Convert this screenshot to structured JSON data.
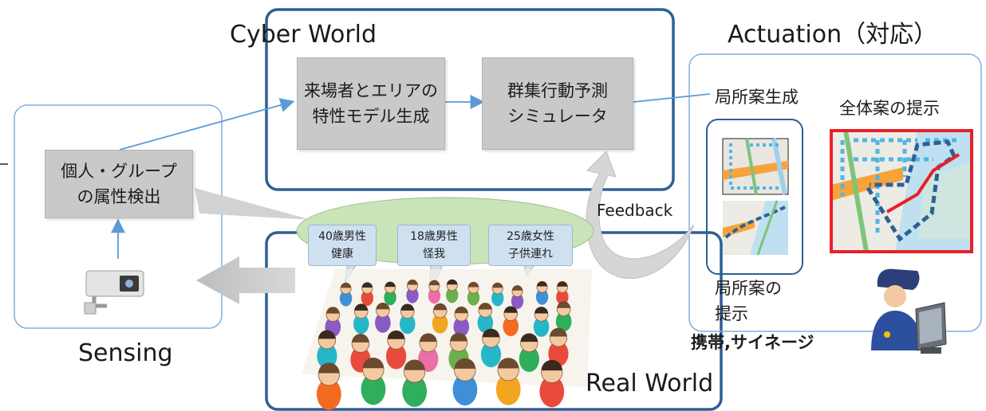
{
  "sections": {
    "cyber": "Cyber World",
    "actuation": "Actuation（対応）",
    "sensing": "Sensing",
    "real": "Real World"
  },
  "boxes": {
    "attribute_detection": "個人・グループ\nの属性検出",
    "characteristic_model": "来場者とエリアの\n特性モデル生成",
    "crowd_simulator": "群集行動予測\nシミュレータ"
  },
  "bubbles": [
    "40歳男性\n健康",
    "18歳男性\n怪我",
    "25歳女性\n子供連れ"
  ],
  "labels": {
    "feedback": "Feedback",
    "local_plan_generation": "局所案生成",
    "overall_plan": "全体案の提示",
    "local_plan_presentation": "局所案の\n提示",
    "devices": "携帯,サイネージ"
  },
  "colors": {
    "frame_blue": "#2e5f96",
    "light_frame_blue": "#6fa6dc",
    "arrow_blue": "#5b9bd5",
    "box_gray": "#c9c9c9",
    "highlight_red": "#e8202a"
  }
}
